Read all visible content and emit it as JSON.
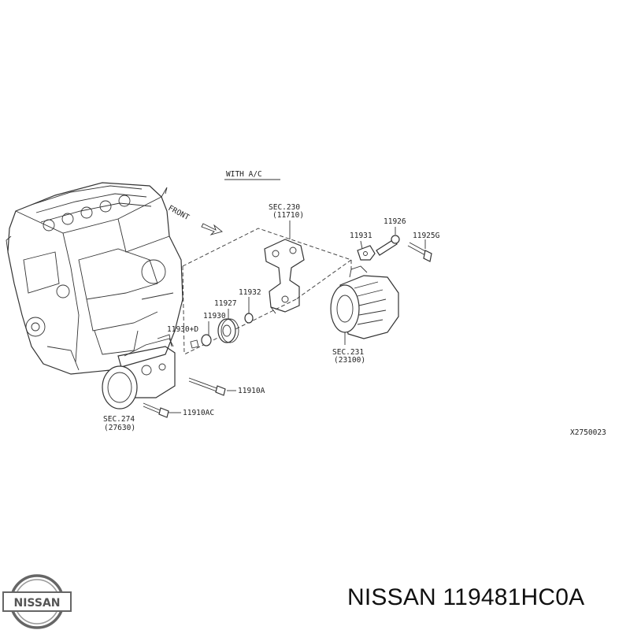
{
  "diagram": {
    "header": "WITH A/C",
    "front_label": "FRONT",
    "ref_code": "X2750023",
    "labels": {
      "sec230": "SEC.230",
      "p11710": "(11710)",
      "p11926": "11926",
      "p11931": "11931",
      "p11925g": "11925G",
      "p11932": "11932",
      "p11927": "11927",
      "p11930": "11930",
      "p11930d": "11930+D",
      "sec231": "SEC.231",
      "p23100": "(23100)",
      "p11910a": "11910A",
      "p11910ac": "11910AC",
      "sec274": "SEC.274",
      "p27630": "(27630)"
    }
  },
  "logo": {
    "text": "NISSAN"
  },
  "caption": {
    "text": "NISSAN 119481HC0A"
  }
}
